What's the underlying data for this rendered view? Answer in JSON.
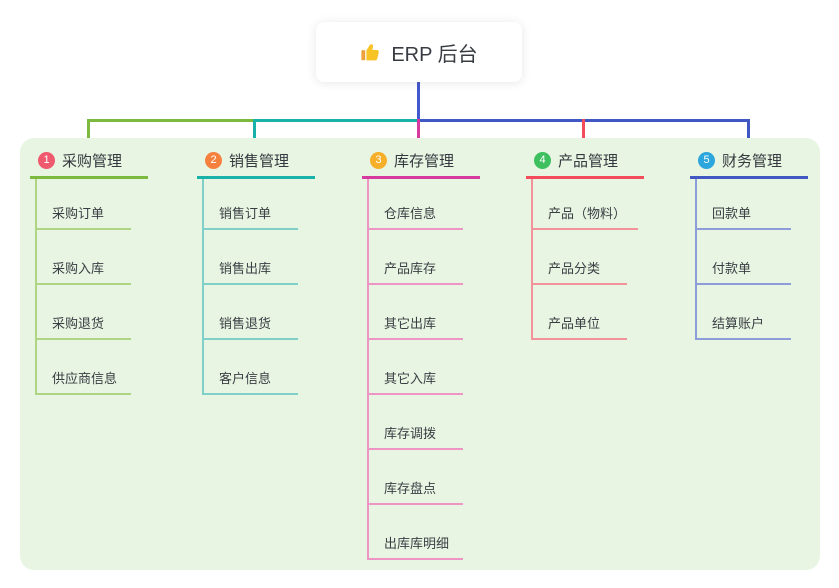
{
  "root": {
    "title": "ERP 后台",
    "icon": "thumbs-up",
    "line_color": "#4459ce"
  },
  "panel": {
    "background": "#e8f5e2"
  },
  "branches": [
    {
      "num": "1",
      "label": "采购管理",
      "badge_color": "#ef5a6e",
      "line_color": "#7cb93f",
      "sub_line_color": "#aed583",
      "children": [
        "采购订单",
        "采购入库",
        "采购退货",
        "供应商信息"
      ]
    },
    {
      "num": "2",
      "label": "销售管理",
      "badge_color": "#f6813e",
      "line_color": "#19b2a9",
      "sub_line_color": "#7fd0c8",
      "children": [
        "销售订单",
        "销售出库",
        "销售退货",
        "客户信息"
      ]
    },
    {
      "num": "3",
      "label": "库存管理",
      "badge_color": "#f5af29",
      "line_color": "#d63a9f",
      "sub_line_color": "#ee95c6",
      "children": [
        "仓库信息",
        "产品库存",
        "其它出库",
        "其它入库",
        "库存调拨",
        "库存盘点",
        "出库库明细"
      ]
    },
    {
      "num": "4",
      "label": "产品管理",
      "badge_color": "#3ec05f",
      "line_color": "#f34c5b",
      "sub_line_color": "#f2929a",
      "children": [
        "产品（物料）",
        "产品分类",
        "产品单位"
      ]
    },
    {
      "num": "5",
      "label": "财务管理",
      "badge_color": "#2ca6dc",
      "line_color": "#4157c4",
      "sub_line_color": "#8d9cda",
      "children": [
        "回款单",
        "付款单",
        "结算账户"
      ]
    }
  ]
}
